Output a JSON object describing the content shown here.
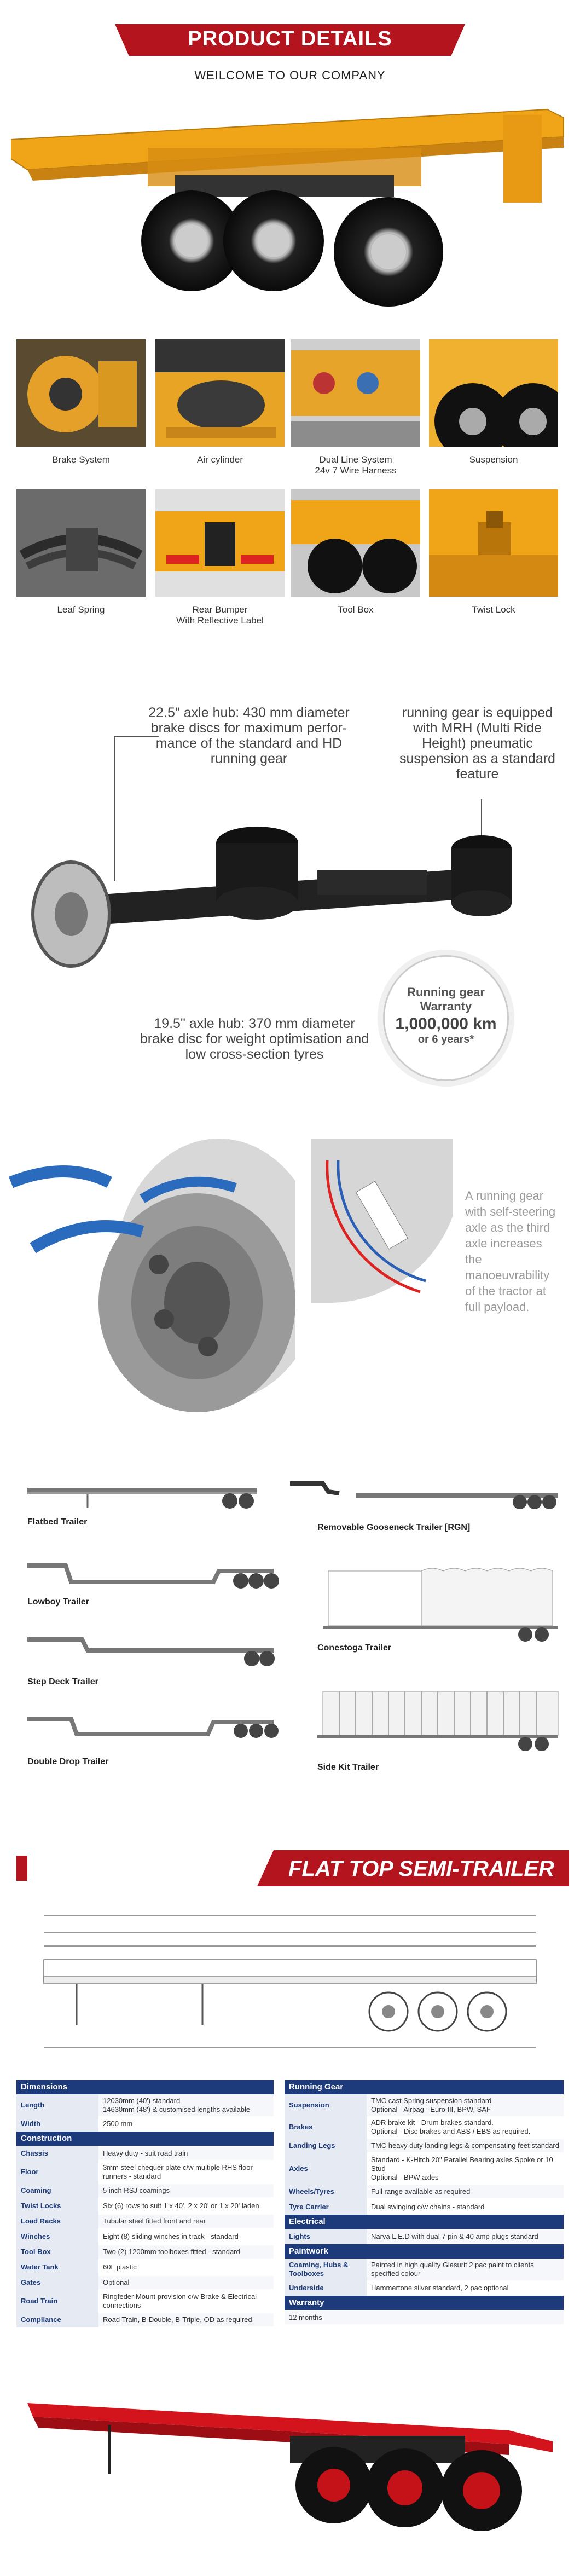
{
  "header": {
    "title": "PRODUCT DETAILS",
    "welcome": "WEILCOME TO OUR COMPANY"
  },
  "features": [
    {
      "label": "Brake System"
    },
    {
      "label": "Air cylinder"
    },
    {
      "label": "Dual Line System\n24v 7 Wire Harness"
    },
    {
      "label": "Suspension"
    },
    {
      "label": "Leaf Spring"
    },
    {
      "label": "Rear Bumper\nWith Reflective Label"
    },
    {
      "label": "Tool Box"
    },
    {
      "label": "Twist Lock"
    }
  ],
  "axle": {
    "hub_225": "22.5\" axle hub: 430 mm diameter brake discs for maximum perfor-mance of the standard and HD running gear",
    "mrh": "running gear is equipped with MRH (Multi Ride Height) pneumatic suspension as a standard feature",
    "hub_195": "19.5\" axle hub: 370 mm diameter brake disc for weight optimisation and low cross-section tyres",
    "warranty_line1": "Running gear",
    "warranty_line2": "Warranty",
    "warranty_km": "1,000,000 km",
    "warranty_years": "or 6 years*"
  },
  "steering_text": "A running gear with self-steering axle as the third axle increases the manoeuvrability of the tractor at full payload.",
  "trailer_types": [
    "Flatbed Trailer",
    "Removable Gooseneck Trailer [RGN]",
    "Lowboy Trailer",
    "Conestoga  Trailer",
    "Step Deck Trailer",
    "Double Drop Trailer",
    "Side Kit Trailer"
  ],
  "flat_top": {
    "title": "FLAT TOP SEMI-TRAILER"
  },
  "specs_left": [
    {
      "section": "Dimensions",
      "rows": [
        {
          "k": "Length",
          "v": "12030mm (40') standard\n14630mm (48') & customised lengths available"
        },
        {
          "k": "Width",
          "v": "2500 mm"
        }
      ]
    },
    {
      "section": "Construction",
      "rows": [
        {
          "k": "Chassis",
          "v": "Heavy duty - suit road train"
        },
        {
          "k": "Floor",
          "v": "3mm steel chequer plate c/w multiple RHS floor runners - standard"
        },
        {
          "k": "Coaming",
          "v": "5 inch RSJ coamings"
        },
        {
          "k": "Twist Locks",
          "v": "Six (6) rows to suit 1 x 40', 2 x 20' or 1 x 20' laden"
        },
        {
          "k": "Load Racks",
          "v": "Tubular steel fitted front and rear"
        },
        {
          "k": "Winches",
          "v": "Eight (8) sliding winches in track - standard"
        },
        {
          "k": "Tool Box",
          "v": "Two (2) 1200mm toolboxes fitted - standard"
        },
        {
          "k": "Water Tank",
          "v": "60L plastic"
        },
        {
          "k": "Gates",
          "v": "Optional"
        },
        {
          "k": "Road Train",
          "v": "Ringfeder Mount provision c/w Brake & Electrical connections"
        },
        {
          "k": "Compliance",
          "v": "Road Train, B-Double, B-Triple, OD as required"
        }
      ]
    }
  ],
  "specs_right": [
    {
      "section": "Running Gear",
      "rows": [
        {
          "k": "Suspension",
          "v": "TMC cast Spring suspension standard\nOptional - Airbag - Euro III, BPW, SAF"
        },
        {
          "k": "Brakes",
          "v": "ADR brake kit - Drum brakes standard.\nOptional - Disc brakes and ABS / EBS as required."
        },
        {
          "k": "Landing Legs",
          "v": "TMC heavy duty landing legs & compensating feet standard"
        },
        {
          "k": "Axles",
          "v": "Standard - K-Hitch 20\" Parallel Bearing axles Spoke or 10 Stud\nOptional - BPW axles"
        },
        {
          "k": "Wheels/Tyres",
          "v": "Full range available as required"
        },
        {
          "k": "Tyre Carrier",
          "v": "Dual swinging c/w chains - standard"
        }
      ]
    },
    {
      "section": "Electrical",
      "rows": [
        {
          "k": "Lights",
          "v": "Narva L.E.D with dual 7 pin & 40 amp plugs standard"
        }
      ]
    },
    {
      "section": "Paintwork",
      "rows": [
        {
          "k": "Coaming, Hubs & Toolboxes",
          "v": "Painted in high quality Glasurit 2 pac paint to clients specified colour"
        },
        {
          "k": "Underside",
          "v": "Hammertone silver standard, 2 pac optional"
        }
      ]
    },
    {
      "section": "Warranty",
      "rows": [
        {
          "k": "",
          "v": "12 months"
        }
      ]
    }
  ],
  "colors": {
    "brand_red": "#b3141e",
    "trailer_yellow": "#f0a418",
    "spec_blue": "#1d3b7a"
  }
}
